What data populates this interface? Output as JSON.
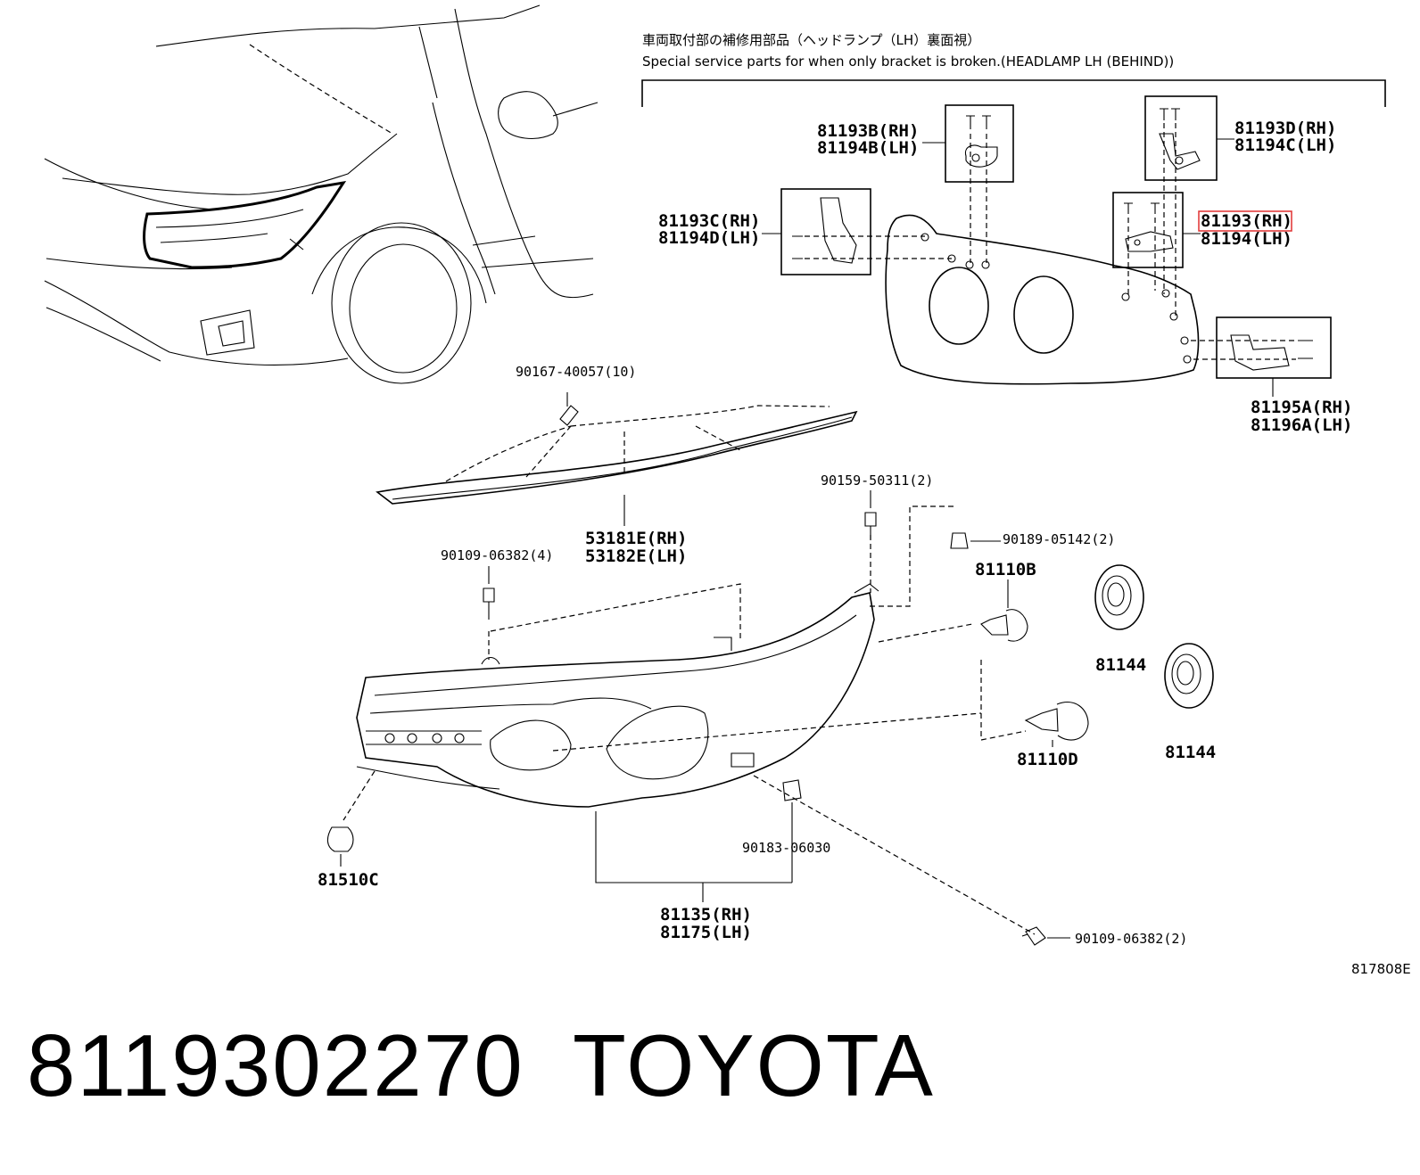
{
  "header": {
    "jp": "車両取付部の補修用部品（ヘッドランプ（LH）裏面視）",
    "en": "Special service parts for when only bracket is broken.(HEADLAMP LH (BEHIND))"
  },
  "callouts": {
    "c81193b_rh": "81193B(RH)",
    "c81194b_lh": "81194B(LH)",
    "c81193d_rh": "81193D(RH)",
    "c81194c_lh": "81194C(LH)",
    "c81193c_rh": "81193C(RH)",
    "c81194d_lh": "81194D(LH)",
    "c81193_rh": "81193(RH)",
    "c81194_lh": "81194(LH)",
    "c81195a_rh": "81195A(RH)",
    "c81196a_lh": "81196A(LH)",
    "c90167": "90167-40057(10)",
    "c53181e_rh": "53181E(RH)",
    "c53182e_lh": "53182E(LH)",
    "c90159": "90159-50311(2)",
    "c90189": "90189-05142(2)",
    "c81110b": "81110B",
    "c90109_a": "90109-06382(4)",
    "c81144_a": "81144",
    "c81144_b": "81144",
    "c81110d": "81110D",
    "c90183": "90183-06030",
    "c81510c": "81510C",
    "c81135_rh": "81135(RH)",
    "c81175_lh": "81175(LH)",
    "c90109_b": "90109-06382(2)",
    "diagram_code": "817808E"
  },
  "highlight_color": "#e03030",
  "footer": {
    "part_number": "8119302270",
    "brand": "TOYOTA"
  }
}
